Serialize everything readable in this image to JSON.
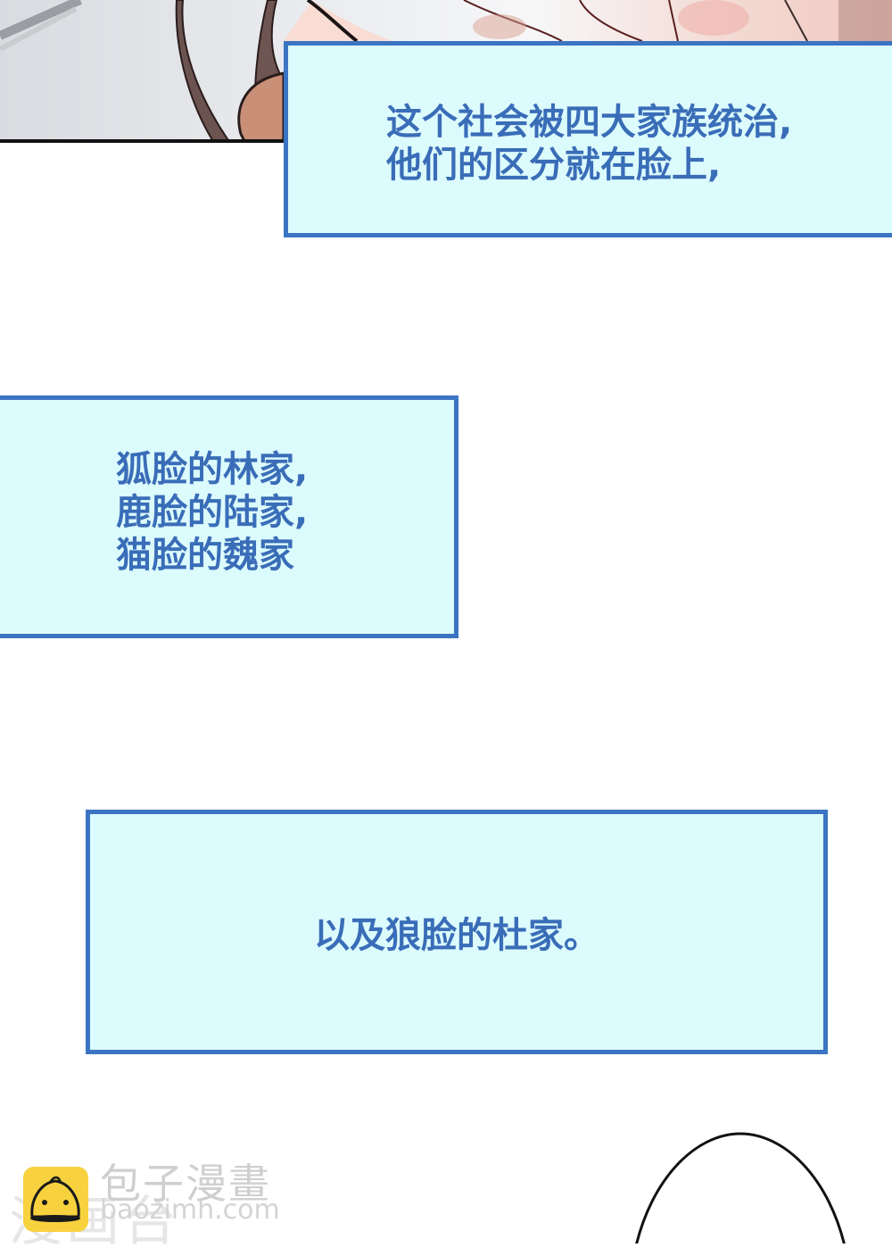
{
  "comic": {
    "captions": [
      {
        "lines": [
          "这个社会被四大家族统治,",
          "他们的区分就在脸上,"
        ]
      },
      {
        "lines": [
          "狐脸的林家,",
          "鹿脸的陆家,",
          "猫脸的魏家"
        ]
      },
      {
        "lines": [
          "以及狼脸的杜家。"
        ]
      }
    ],
    "caption_colors": {
      "border": "#3b74c2",
      "fill": "#dcfbfc",
      "text": "#3a6db8"
    }
  },
  "watermark": {
    "title": "包子漫畫",
    "url": "baozimh.com",
    "background_text": "漫画台",
    "logo_icon": "steamed-bun-icon",
    "logo_color": "#f7d23e"
  }
}
